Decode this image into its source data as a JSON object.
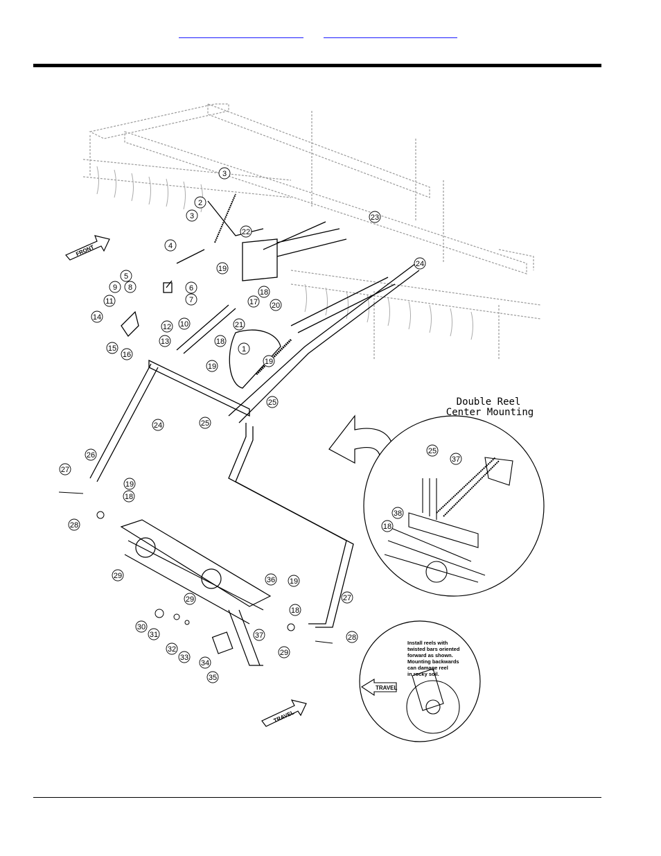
{
  "header": {
    "links": [
      "",
      ""
    ]
  },
  "arrows": {
    "front": "FRONT",
    "travel_main": "TRAVEL",
    "travel_inset": "TRAVEL"
  },
  "inset_title": {
    "line1": "Double Reel",
    "line2": "Center Mounting"
  },
  "note": {
    "lines": [
      "Install reels with",
      "twisted bars oriented",
      "forward as shown.",
      "Mounting backwards",
      "can damage reel",
      "in rocky soil."
    ]
  },
  "callouts": [
    "1",
    "2",
    "3",
    "3",
    "4",
    "5",
    "6",
    "7",
    "8",
    "9",
    "10",
    "11",
    "12",
    "13",
    "14",
    "15",
    "16",
    "17",
    "18",
    "18",
    "18",
    "18",
    "19",
    "19",
    "19",
    "19",
    "20",
    "21",
    "22",
    "23",
    "24",
    "24",
    "25",
    "25",
    "25",
    "26",
    "27",
    "27",
    "28",
    "28",
    "29",
    "29",
    "29",
    "30",
    "31",
    "32",
    "33",
    "34",
    "35",
    "36",
    "37",
    "37",
    "38",
    "18",
    "19"
  ]
}
